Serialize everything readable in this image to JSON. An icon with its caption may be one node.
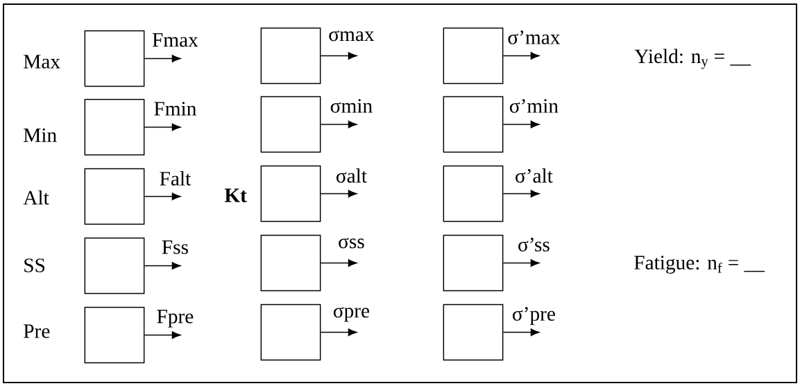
{
  "diagram": {
    "nodes": [
      {
        "text": [],
        "shape": "box"
      },
      {
        "text": [],
        "shape": "box"
      },
      {
        "text": [],
        "shape": "box"
      },
      {
        "text": [],
        "shape": "box"
      },
      {
        "text": [],
        "shape": "box"
      },
      {
        "text": [],
        "shape": "box"
      },
      {
        "text": [],
        "shape": "box"
      },
      {
        "text": [],
        "shape": "box"
      },
      {
        "text": [],
        "shape": "box"
      },
      {
        "text": [],
        "shape": "box"
      },
      {
        "text": [],
        "shape": "box"
      },
      {
        "text": [],
        "shape": "box"
      },
      {
        "text": [],
        "shape": "box"
      },
      {
        "text": [],
        "shape": "box"
      },
      {
        "text": [],
        "shape": "box"
      }
    ],
    "edges": [
      {
        "from": 0,
        "to": null,
        "arrow": "to",
        "label": "Fmax"
      },
      {
        "from": 1,
        "to": null,
        "arrow": "to",
        "label": "σmax"
      },
      {
        "from": 2,
        "to": null,
        "arrow": "to",
        "label": "σ’max"
      },
      {
        "from": 3,
        "to": null,
        "arrow": "to",
        "label": "Fmin"
      },
      {
        "from": 4,
        "to": null,
        "arrow": "to",
        "label": "σmin"
      },
      {
        "from": 5,
        "to": null,
        "arrow": "to",
        "label": "σ’min"
      },
      {
        "from": 6,
        "to": null,
        "arrow": "to",
        "label": "Falt"
      },
      {
        "from": 7,
        "to": null,
        "arrow": "to",
        "label": "σalt"
      },
      {
        "from": 8,
        "to": null,
        "arrow": "to",
        "label": "σ’alt"
      },
      {
        "from": 9,
        "to": null,
        "arrow": "to",
        "label": "Fss"
      },
      {
        "from": 10,
        "to": null,
        "arrow": "to",
        "label": "σss"
      },
      {
        "from": 11,
        "to": null,
        "arrow": "to",
        "label": "σ’ss"
      },
      {
        "from": 12,
        "to": null,
        "arrow": "to",
        "label": "Fpre"
      },
      {
        "from": 13,
        "to": null,
        "arrow": "to",
        "label": "σpre"
      },
      {
        "from": 14,
        "to": null,
        "arrow": "to",
        "label": "σ’pre"
      }
    ],
    "labels": [
      "Max",
      "Yield:  n$_{y}$ = __",
      "Min",
      "Alt",
      "Kt",
      "SS",
      "Fatigue:  n$_{f}$ = __",
      "Pre"
    ]
  }
}
